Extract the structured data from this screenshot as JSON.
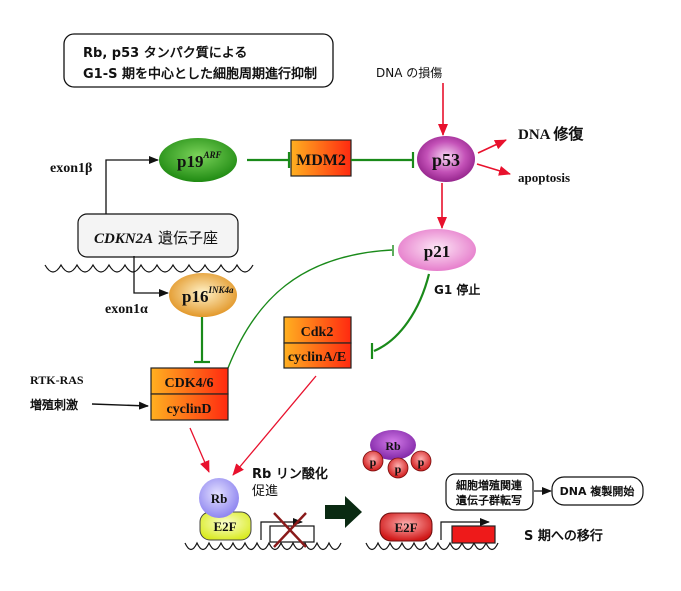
{
  "title": {
    "line1": "Rb, p53 タンパク質による",
    "line2": "G1-S 期を中心とした細胞周期進行抑制"
  },
  "nodes": {
    "p19": {
      "label": "p19",
      "sup": "ARF"
    },
    "mdm2": {
      "label": "MDM2"
    },
    "p53": {
      "label": "p53"
    },
    "p21": {
      "label": "p21"
    },
    "p16": {
      "label": "p16",
      "sup": "INK4a"
    },
    "cdk46": {
      "top": "CDK4/6",
      "bottom": "cyclinD"
    },
    "cdk2": {
      "top": "Cdk2",
      "bottom": "cyclinA/E"
    },
    "cdkn2a": {
      "italic": "CDKN2A",
      "rest": " 遺伝子座"
    },
    "rb_left": {
      "label": "Rb"
    },
    "e2f_left": {
      "label": "E2F"
    },
    "rb_right": {
      "label": "Rb"
    },
    "phospho": [
      "p",
      "p",
      "p"
    ],
    "e2f_right": {
      "label": "E2F"
    },
    "transcription_box": {
      "line1": "細胞増殖関連",
      "line2": "遺伝子群転写"
    },
    "dna_replication_box": {
      "label": "DNA 複製開始"
    }
  },
  "labels": {
    "exon1b": "exon1β",
    "exon1a": "exon1α",
    "dna_damage": "DNA の損傷",
    "dna_repair": "DNA 修復",
    "apoptosis": "apoptosis",
    "g1_arrest": "G1 停止",
    "rtk_ras": "RTK-RAS",
    "growth_stim": "増殖刺激",
    "rb_phos_line1": "Rb リン酸化",
    "rb_phos_line2": "促進",
    "s_phase": "S 期への移行"
  },
  "colors": {
    "activation": "#e8112d",
    "inhibition": "#1a8a1a",
    "black_arrow": "#111111",
    "transition_arrow": "#0a2a12"
  }
}
